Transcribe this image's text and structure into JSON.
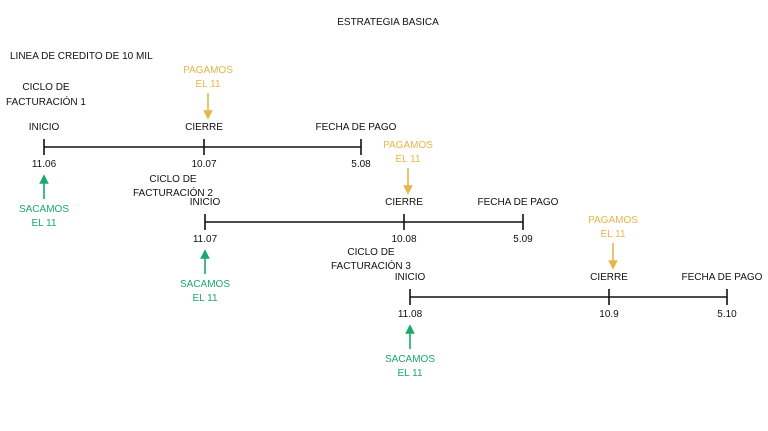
{
  "title": "ESTRATEGIA BASICA",
  "subtitle": "LINEA DE CREDITO DE 10 MIL",
  "colors": {
    "text": "#111111",
    "line": "#111111",
    "pay": "#e8b54a",
    "withdraw": "#1aa86b"
  },
  "cycles": [
    {
      "label": [
        "CICLO DE",
        "FACTURACIÓN 1"
      ],
      "start": {
        "label": "INICIO",
        "date": "11.06"
      },
      "close": {
        "label": "CIERRE",
        "date": "10.07"
      },
      "due": {
        "label": "FECHA DE PAGO",
        "date": "5.08"
      },
      "pay": [
        "PAGAMOS",
        "EL 11"
      ],
      "withdraw": [
        "SACAMOS",
        "EL 11"
      ]
    },
    {
      "label": [
        "CICLO DE",
        "FACTURACIÓN 2"
      ],
      "start": {
        "label": "INICIO",
        "date": "11.07"
      },
      "close": {
        "label": "CIERRE",
        "date": "10.08"
      },
      "due": {
        "label": "FECHA DE PAGO",
        "date": "5.09"
      },
      "pay": [
        "PAGAMOS",
        "EL 11"
      ],
      "withdraw": [
        "SACAMOS",
        "EL 11"
      ]
    },
    {
      "label": [
        "CICLO DE",
        "FACTURACIÓN 3"
      ],
      "start": {
        "label": "INICIO",
        "date": "11.08"
      },
      "close": {
        "label": "CIERRE",
        "date": "10.9"
      },
      "due": {
        "label": "FECHA DE PAGO",
        "date": "5.10"
      },
      "pay": [
        "PAGAMOS",
        "EL 11"
      ],
      "withdraw": [
        "SACAMOS",
        "EL 11"
      ]
    }
  ]
}
